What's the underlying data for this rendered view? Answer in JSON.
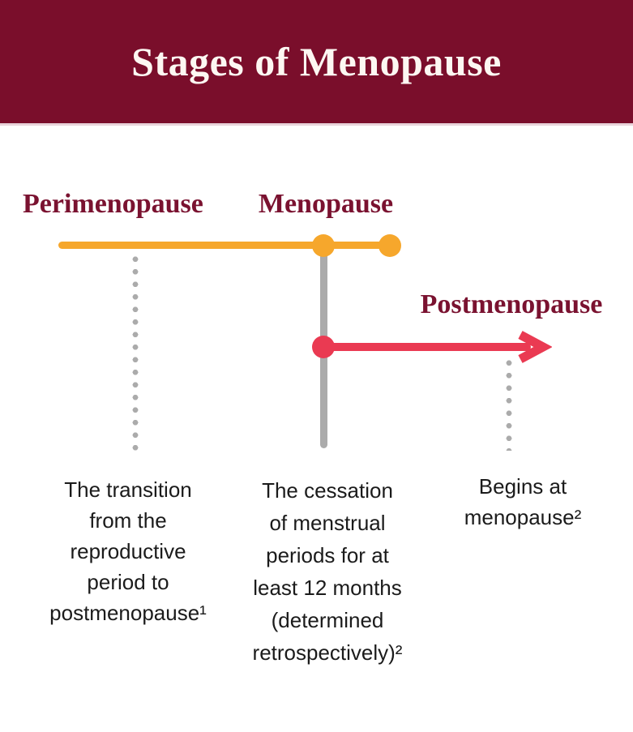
{
  "colors": {
    "header-bg": "#7A0E2B",
    "header-underline": "#E9D4DA",
    "title-fg": "#FDF7F2",
    "maroon": "#7A1230",
    "orange": "#F6A72C",
    "red": "#EA3A52",
    "gray": "#ABABAB",
    "text": "#1B1B1B",
    "bg": "#FFFFFF"
  },
  "header": {
    "title": "Stages of Menopause"
  },
  "timeline": {
    "perimenopause": {
      "label": "Perimenopause",
      "desc_lines": [
        "The transition",
        "from the",
        "reproductive",
        "period to",
        "postmenopause¹"
      ]
    },
    "menopause": {
      "label": "Menopause",
      "desc_lines": [
        "The cessation",
        "of menstrual",
        "periods for at",
        "least 12 months",
        "(determined",
        "retrospectively)²"
      ]
    },
    "postmenopause": {
      "label": "Postmenopause",
      "desc_lines": [
        "Begins at",
        "menopause²"
      ]
    }
  }
}
